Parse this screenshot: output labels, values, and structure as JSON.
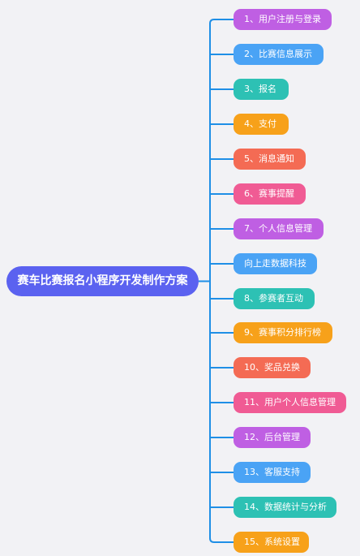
{
  "mindmap": {
    "connector_color": "#1f8fe6",
    "root": {
      "label": "赛车比赛报名小程序开发制作方案",
      "color": "#5b62f0"
    },
    "children": [
      {
        "label": "1、用户注册与登录",
        "color": "#bf5fe3"
      },
      {
        "label": "2、比赛信息展示",
        "color": "#4aa3f5"
      },
      {
        "label": "3、报名",
        "color": "#2dc1b4"
      },
      {
        "label": "4、支付",
        "color": "#f7a11a"
      },
      {
        "label": "5、消息通知",
        "color": "#f46b54"
      },
      {
        "label": "6、赛事提醒",
        "color": "#f05b94"
      },
      {
        "label": "7、个人信息管理",
        "color": "#bf5fe3"
      },
      {
        "label": "向上走数据科技",
        "color": "#4aa3f5"
      },
      {
        "label": "8、参赛者互动",
        "color": "#2dc1b4"
      },
      {
        "label": "9、赛事积分排行榜",
        "color": "#f7a11a"
      },
      {
        "label": "10、奖品兑换",
        "color": "#f46b54"
      },
      {
        "label": "11、用户个人信息管理",
        "color": "#f05b94"
      },
      {
        "label": "12、后台管理",
        "color": "#bf5fe3"
      },
      {
        "label": "13、客服支持",
        "color": "#4aa3f5"
      },
      {
        "label": "14、数据统计与分析",
        "color": "#2dc1b4"
      },
      {
        "label": "15、系统设置",
        "color": "#f7a11a"
      }
    ]
  }
}
